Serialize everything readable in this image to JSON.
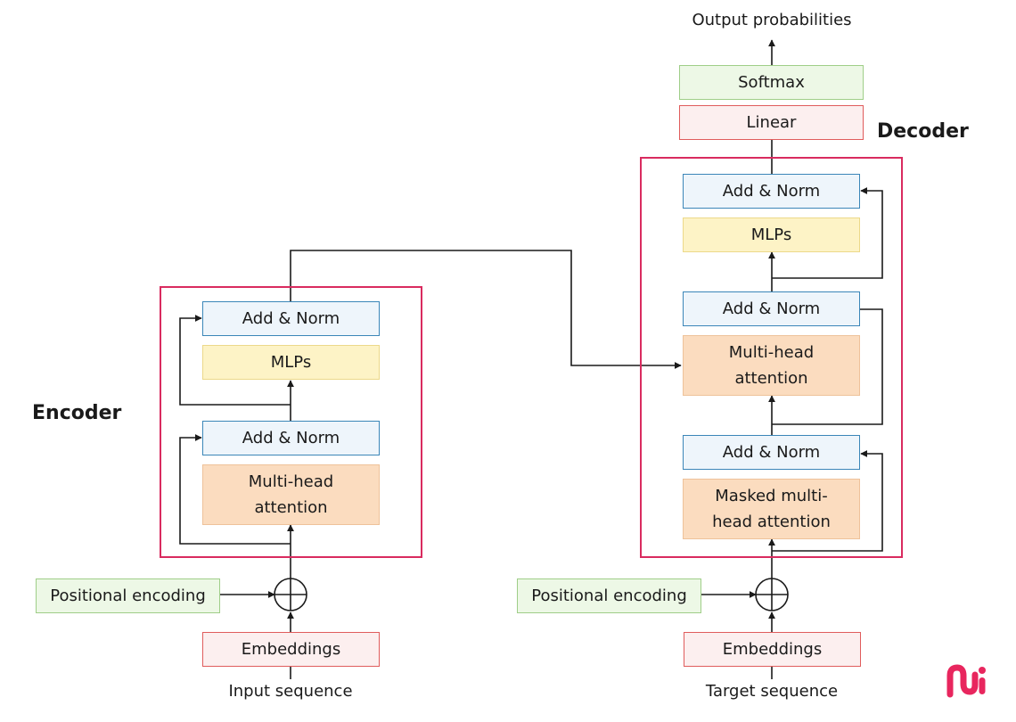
{
  "titles": {
    "encoder": "Encoder",
    "decoder": "Decoder"
  },
  "encoder": {
    "add_norm_top": "Add & Norm",
    "mlps": "MLPs",
    "add_norm_bottom": "Add & Norm",
    "attention": "Multi-head attention",
    "positional_encoding": "Positional encoding",
    "embeddings": "Embeddings",
    "input": "Input sequence"
  },
  "decoder": {
    "output": "Output probabilities",
    "softmax": "Softmax",
    "linear": "Linear",
    "add_norm_top": "Add & Norm",
    "mlps": "MLPs",
    "add_norm_mid": "Add & Norm",
    "cross_attention": "Multi-head attention",
    "add_norm_bottom": "Add & Norm",
    "masked_attention": "Masked multi-head attention",
    "positional_encoding": "Positional encoding",
    "embeddings": "Embeddings",
    "input": "Target sequence"
  },
  "colors": {
    "frame": "#d92b5f",
    "add_norm": "#eef5fb",
    "mlps": "#fdf3c6",
    "attention": "#fbdcbf",
    "embeddings": "#fcefef",
    "softmax_posenc": "#edf8e6",
    "logo": "#e8265e"
  }
}
